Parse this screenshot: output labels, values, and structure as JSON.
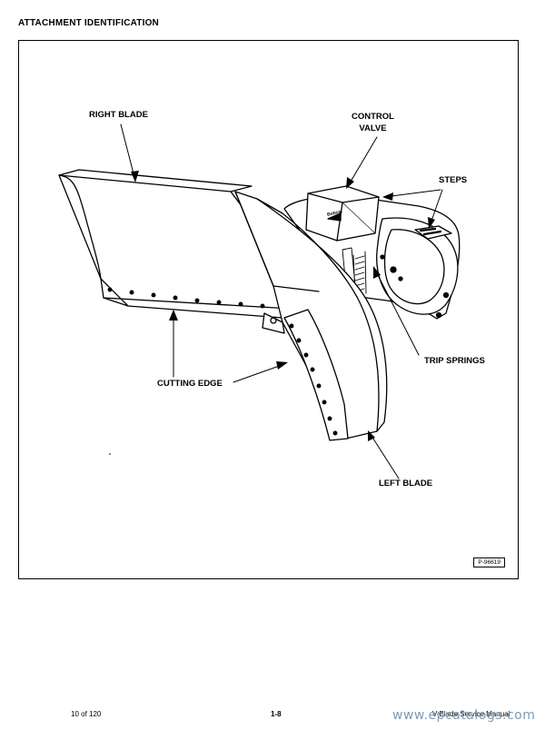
{
  "section_title": "ATTACHMENT IDENTIFICATION",
  "callouts": {
    "right_blade": "RIGHT BLADE",
    "control_valve_line1": "CONTROL",
    "control_valve_line2": "VALVE",
    "steps": "STEPS",
    "trip_springs": "TRIP SPRINGS",
    "cutting_edge": "CUTTING EDGE",
    "left_blade": "LEFT BLADE"
  },
  "logo_text": "Bobcat",
  "figure_id": "P-96619",
  "footer": {
    "page_of": "10 of 120",
    "page_number": "1-8",
    "manual_title": "V-Blade Service Manual"
  },
  "watermark": "www.epcatalogs.com"
}
